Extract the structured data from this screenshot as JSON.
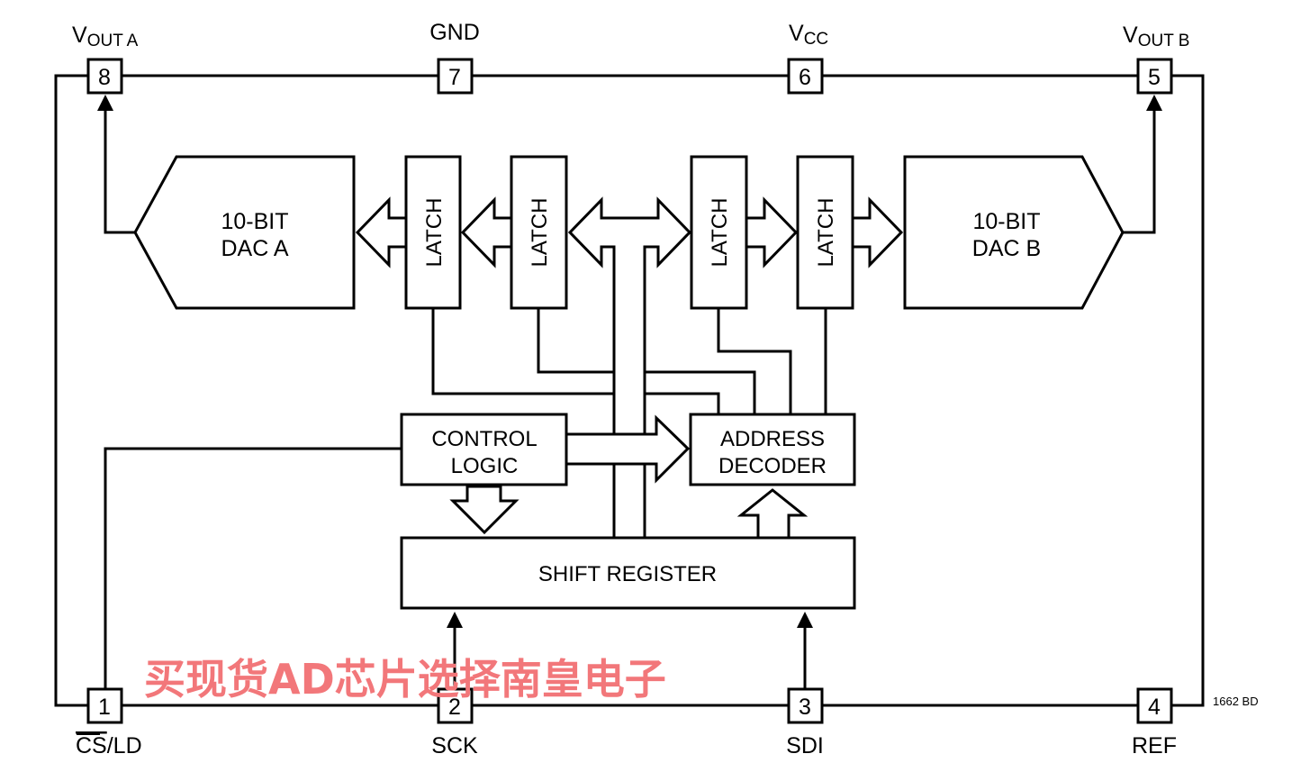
{
  "pins": {
    "p8": {
      "number": "8",
      "name_main": "V",
      "name_sub": "OUT A"
    },
    "p7": {
      "number": "7",
      "name": "GND"
    },
    "p6": {
      "number": "6",
      "name_main": "V",
      "name_sub": "CC"
    },
    "p5": {
      "number": "5",
      "name_main": "V",
      "name_sub": "OUT B"
    },
    "p1": {
      "number": "1",
      "name_bar": "CS",
      "name_rest": "/LD"
    },
    "p2": {
      "number": "2",
      "name": "SCK"
    },
    "p3": {
      "number": "3",
      "name": "SDI"
    },
    "p4": {
      "number": "4",
      "name": "REF"
    }
  },
  "blocks": {
    "dac_a": {
      "line1": "10-BIT",
      "line2": "DAC A"
    },
    "dac_b": {
      "line1": "10-BIT",
      "line2": "DAC B"
    },
    "latch_1": "LATCH",
    "latch_2": "LATCH",
    "latch_3": "LATCH",
    "latch_4": "LATCH",
    "control_logic": {
      "line1": "CONTROL",
      "line2": "LOGIC"
    },
    "address_decoder": {
      "line1": "ADDRESS",
      "line2": "DECODER"
    },
    "shift_register": "SHIFT REGISTER"
  },
  "figure_code": "1662 BD",
  "watermark": "买现货AD芯片选择南皇电子",
  "colors": {
    "line": "#000000",
    "watermark": "#f2777a"
  }
}
